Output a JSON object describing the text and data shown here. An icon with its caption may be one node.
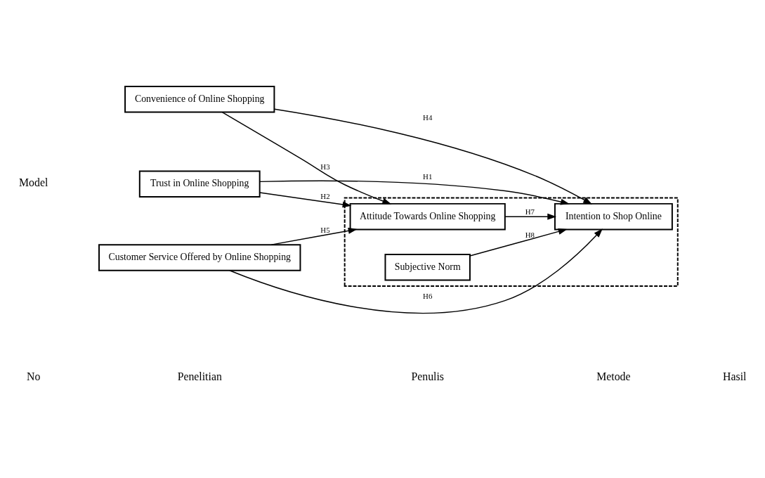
{
  "diagram": {
    "nodes": [
      {
        "text": [
          "Trust in Online Shopping"
        ]
      },
      {
        "text": [
          "Convenience of Online Shopping"
        ]
      },
      {
        "text": [
          "Customer Service Offered by Online Shopping"
        ]
      },
      {
        "text": [],
        "shape": "box"
      },
      {
        "text": [
          "Attitude Towards Online Shopping"
        ],
        "in": 3
      },
      {
        "text": [
          "Intention to Shop Online"
        ],
        "in": 3
      },
      {
        "text": [
          "Subjective Norm"
        ],
        "in": 3
      }
    ],
    "edges": [
      {
        "from": 0,
        "to": 5,
        "arrow": "to",
        "label": "H1"
      },
      {
        "from": 0,
        "to": 4,
        "arrow": "to",
        "label": "H2"
      },
      {
        "from": 1,
        "to": 4,
        "arrow": "to",
        "label": "H3"
      },
      {
        "from": 1,
        "to": 5,
        "arrow": "to",
        "label": "H4"
      },
      {
        "from": 2,
        "to": 4,
        "arrow": "to",
        "label": "H5"
      },
      {
        "from": 2,
        "to": 5,
        "arrow": "to",
        "label": "H6"
      },
      {
        "from": 4,
        "to": 5,
        "arrow": "to",
        "label": "H7"
      },
      {
        "from": 6,
        "to": 5,
        "arrow": "to",
        "label": "H8"
      }
    ],
    "labels": [
      "No",
      "Penelitian",
      "Penulis",
      "Metode",
      "Hasil",
      "Model"
    ]
  }
}
